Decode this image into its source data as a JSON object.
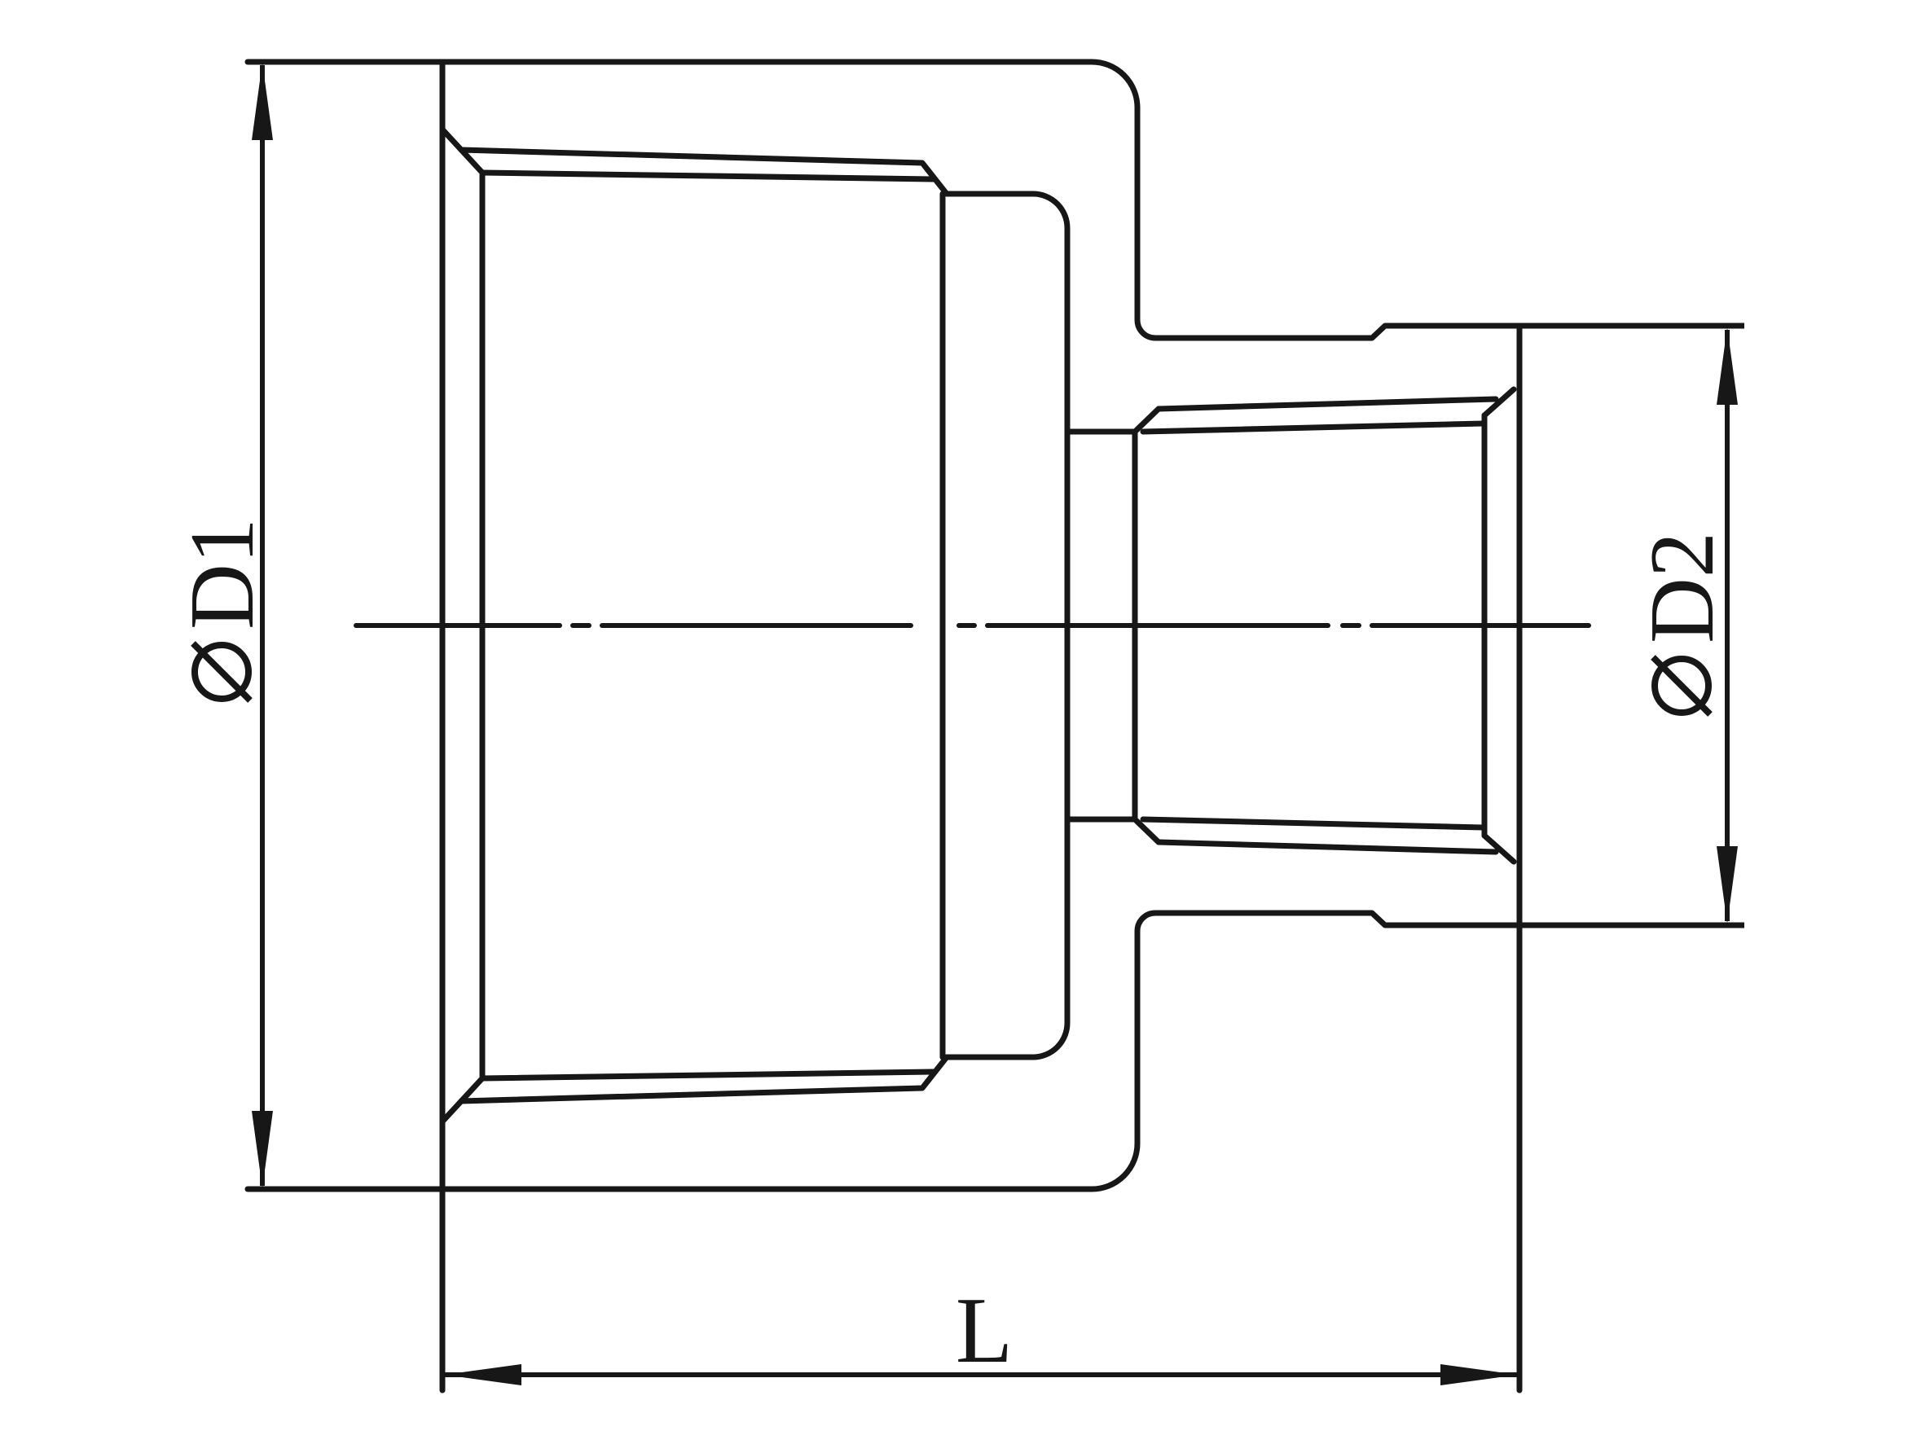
{
  "drawing": {
    "description": "Engineering line drawing of a reducing socket (bell reducer) pipe fitting shown in side view with a large socket end on the left, a small socket end on the right, a dash-dot centerline, and three dimension callouts",
    "background_color": "#ffffff",
    "line_color": "#171717",
    "labels": {
      "diameter_symbol": "⌀",
      "d1_text": "D1",
      "d1_full_label": "⌀D1",
      "d2_text": "D2",
      "d2_full_label": "⌀D2",
      "length_text": "L"
    },
    "dimensions": {
      "d1": "outer diameter of large socket end (vertical dimension, left side)",
      "d2": "outer diameter of small socket end (vertical dimension, right side)",
      "l": "overall length of fitting (horizontal dimension, bottom)"
    }
  }
}
